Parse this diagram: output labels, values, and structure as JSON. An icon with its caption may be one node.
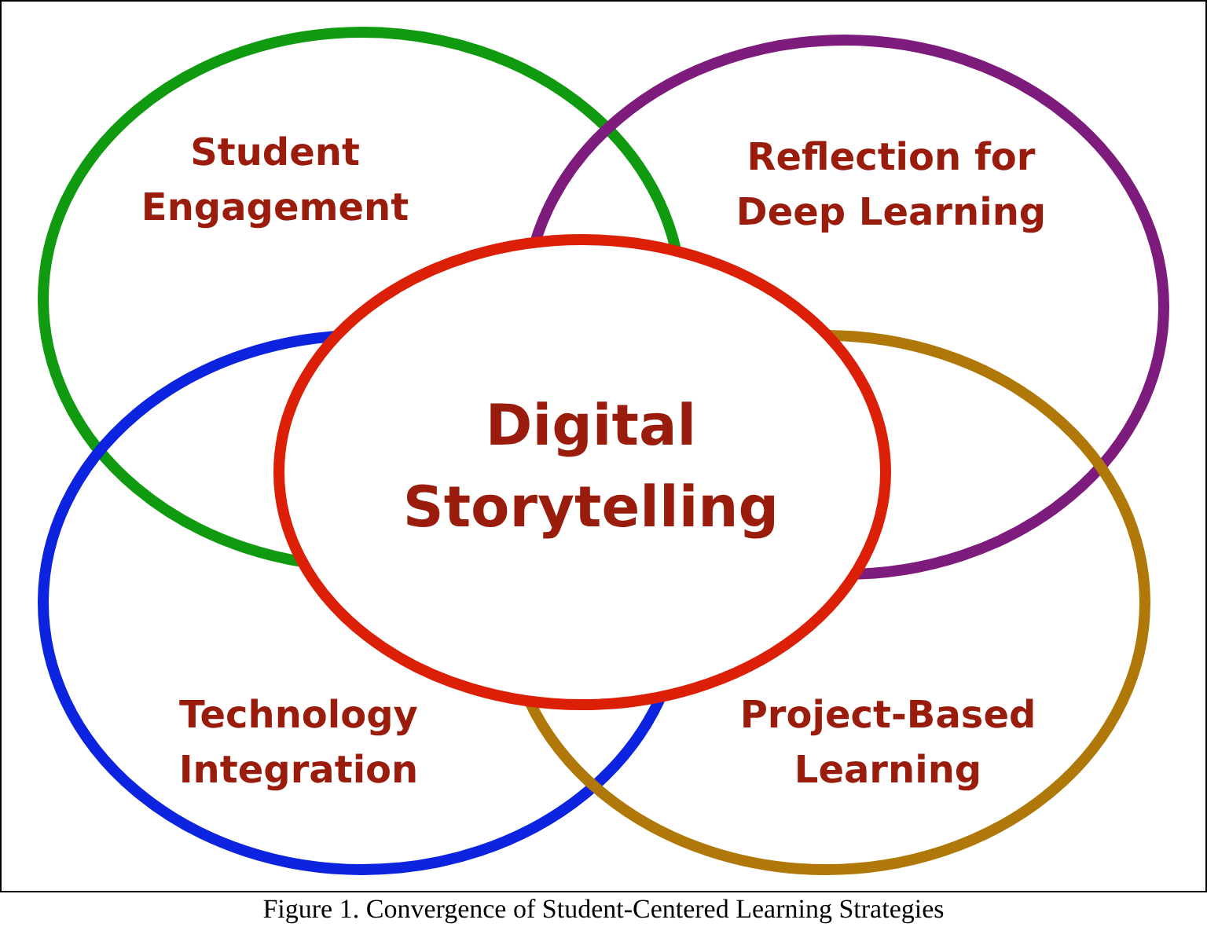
{
  "diagram": {
    "caption": "Figure 1. Convergence of Student-Centered Learning Strategies",
    "nodes": [
      {
        "text": [
          "Student Engagement"
        ]
      },
      {
        "text": [
          "Reflection for Deep Learning"
        ]
      },
      {
        "text": [
          "Technology Integration"
        ]
      },
      {
        "text": [
          "Project-Based Learning"
        ]
      },
      {
        "text": [
          "Digital Storytelling"
        ]
      }
    ],
    "edges": []
  }
}
